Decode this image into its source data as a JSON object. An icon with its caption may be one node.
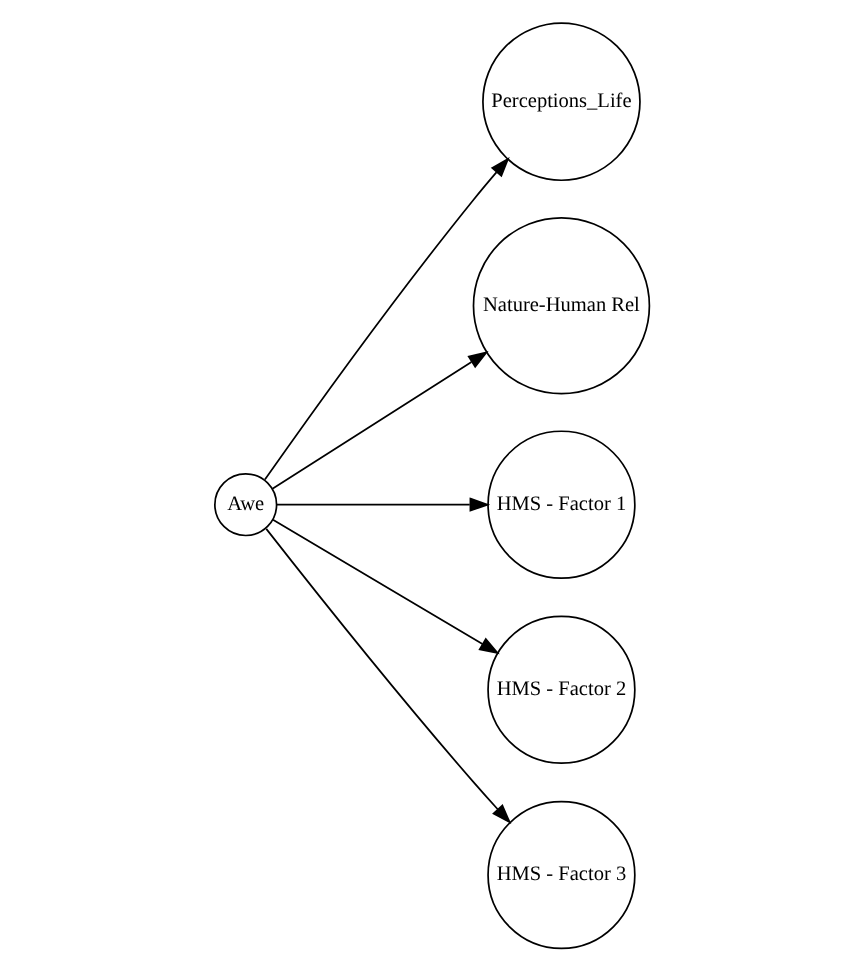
{
  "diagram": {
    "nodes": [
      {
        "text": [
          "Awe"
        ]
      },
      {
        "text": [
          "Perceptions_Life"
        ]
      },
      {
        "text": [
          "Nature-Human Rel"
        ]
      },
      {
        "text": [
          "HMS - Factor 1"
        ]
      },
      {
        "text": [
          "HMS - Factor 2"
        ]
      },
      {
        "text": [
          "HMS - Factor 3"
        ]
      }
    ],
    "edges": [
      {
        "from": 0,
        "to": 1,
        "arrow": "to"
      },
      {
        "from": 0,
        "to": 2,
        "arrow": "to"
      },
      {
        "from": 0,
        "to": 3,
        "arrow": "to"
      },
      {
        "from": 0,
        "to": 4,
        "arrow": "to"
      },
      {
        "from": 0,
        "to": 5,
        "arrow": "to"
      }
    ]
  }
}
